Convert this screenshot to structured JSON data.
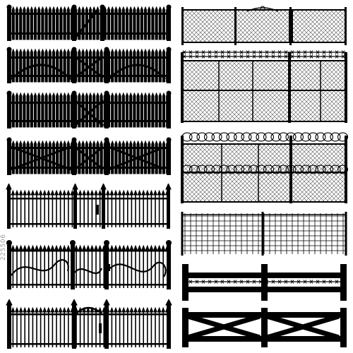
{
  "colors": {
    "ink": "#000000",
    "paper": "#ffffff",
    "watermark": "#9a9a9a"
  },
  "watermark": {
    "text": "225506"
  },
  "left_column": [
    {
      "name": "picket-fence-gate-diagonal",
      "kind": "picket-fence"
    },
    {
      "name": "picket-fence-arched-crossed",
      "kind": "picket-fence"
    },
    {
      "name": "picket-fence-crossed-gate",
      "kind": "picket-fence"
    },
    {
      "name": "picket-fence-x-braced",
      "kind": "picket-fence"
    },
    {
      "name": "spear-fence-gate",
      "kind": "iron-fence"
    },
    {
      "name": "ornate-iron-fence-scrolls",
      "kind": "iron-fence"
    },
    {
      "name": "spear-fence-arched-gate",
      "kind": "iron-fence"
    }
  ],
  "right_column": [
    {
      "name": "chain-link-fence-arched-gate",
      "kind": "chain-link"
    },
    {
      "name": "chain-link-fence-barbed-wire",
      "kind": "chain-link"
    },
    {
      "name": "chain-link-fence-razor-wire",
      "kind": "chain-link"
    },
    {
      "name": "wire-mesh-fence",
      "kind": "mesh"
    },
    {
      "name": "post-rail-fence-barbed",
      "kind": "rail"
    },
    {
      "name": "post-rail-fence-x-braced",
      "kind": "rail"
    }
  ]
}
